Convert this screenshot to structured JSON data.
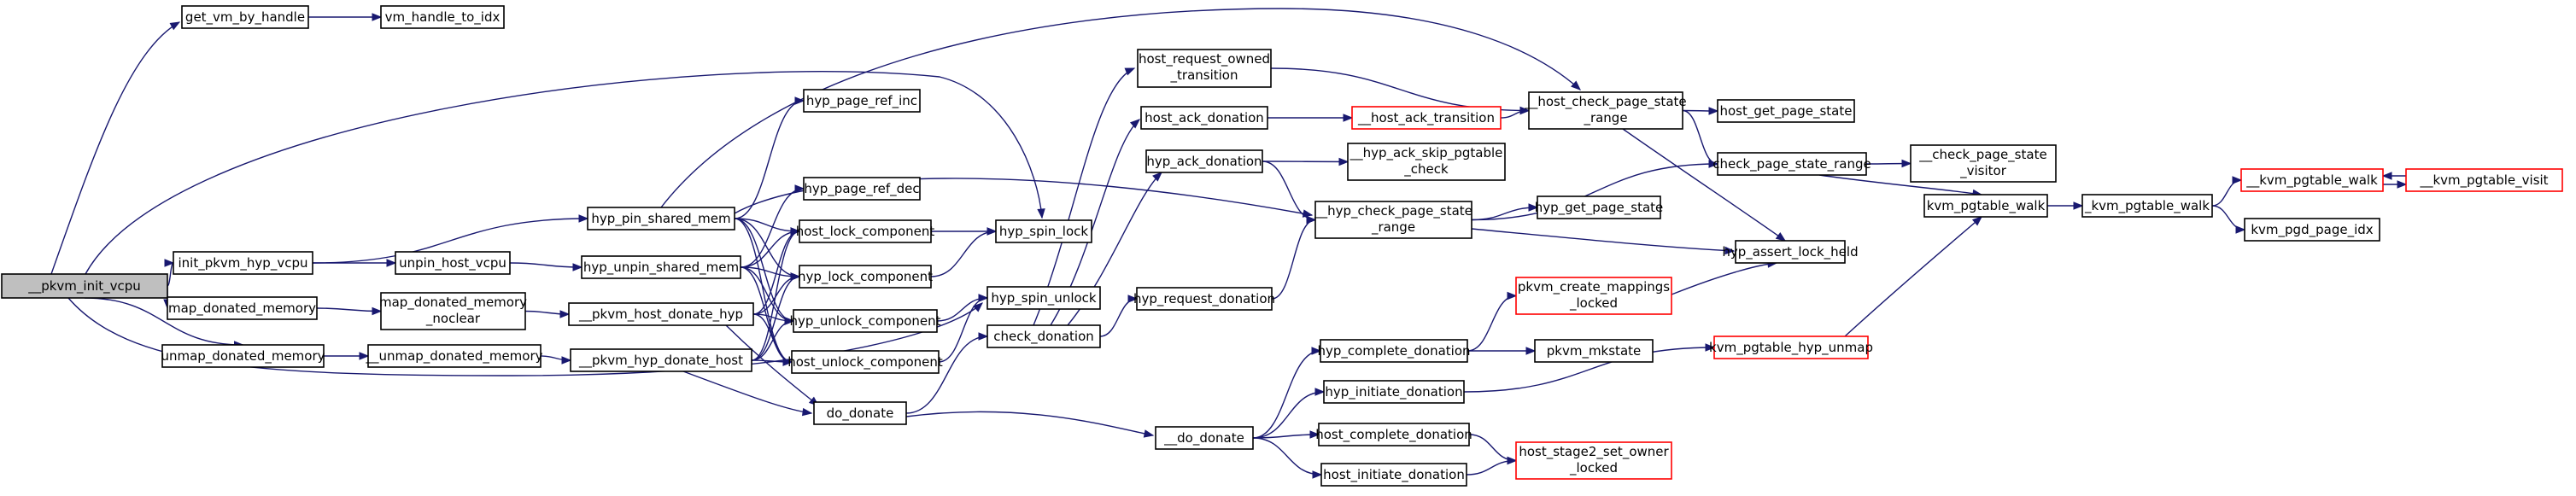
{
  "colors": {
    "node_border": "#000000",
    "node_border_truncated": "#ff0000",
    "root_fill": "#bfbfbf",
    "node_fill": "#ffffff",
    "edge": "#191970",
    "edge_head": "#191970"
  },
  "nodes": [
    {
      "id": "root",
      "lines": [
        "__pkvm_init_vcpu"
      ],
      "root": true
    },
    {
      "id": "get_vm",
      "lines": [
        "get_vm_by_handle"
      ]
    },
    {
      "id": "vm_idx",
      "lines": [
        "vm_handle_to_idx"
      ]
    },
    {
      "id": "init_hyp",
      "lines": [
        "init_pkvm_hyp_vcpu"
      ]
    },
    {
      "id": "map_don",
      "lines": [
        "map_donated_memory"
      ]
    },
    {
      "id": "unmap_don",
      "lines": [
        "unmap_donated_memory"
      ]
    },
    {
      "id": "unpin",
      "lines": [
        "unpin_host_vcpu"
      ]
    },
    {
      "id": "map_nc",
      "lines": [
        "map_donated_memory",
        "_noclear"
      ]
    },
    {
      "id": "__unmap",
      "lines": [
        "__unmap_donated_memory"
      ]
    },
    {
      "id": "pin",
      "lines": [
        "hyp_pin_shared_mem"
      ]
    },
    {
      "id": "unpinmem",
      "lines": [
        "hyp_unpin_shared_mem"
      ]
    },
    {
      "id": "hdh",
      "lines": [
        "__pkvm_host_donate_hyp"
      ]
    },
    {
      "id": "hdhost",
      "lines": [
        "__pkvm_hyp_donate_host"
      ]
    },
    {
      "id": "ref_inc",
      "lines": [
        "hyp_page_ref_inc"
      ]
    },
    {
      "id": "ref_dec",
      "lines": [
        "hyp_page_ref_dec"
      ]
    },
    {
      "id": "hlc",
      "lines": [
        "host_lock_component"
      ]
    },
    {
      "id": "ylc",
      "lines": [
        "hyp_lock_component"
      ]
    },
    {
      "id": "yuc",
      "lines": [
        "hyp_unlock_component"
      ]
    },
    {
      "id": "huc",
      "lines": [
        "host_unlock_component"
      ]
    },
    {
      "id": "do_donate",
      "lines": [
        "do_donate"
      ]
    },
    {
      "id": "spin_lock",
      "lines": [
        "hyp_spin_lock"
      ]
    },
    {
      "id": "spin_unlock",
      "lines": [
        "hyp_spin_unlock"
      ]
    },
    {
      "id": "check_don",
      "lines": [
        "check_donation"
      ]
    },
    {
      "id": "h_req_own",
      "lines": [
        "host_request_owned",
        "_transition"
      ]
    },
    {
      "id": "h_ack_don",
      "lines": [
        "host_ack_donation"
      ]
    },
    {
      "id": "y_ack_don",
      "lines": [
        "hyp_ack_donation"
      ]
    },
    {
      "id": "y_req_don",
      "lines": [
        "hyp_request_donation"
      ]
    },
    {
      "id": "__do_donate",
      "lines": [
        "__do_donate"
      ]
    },
    {
      "id": "h_ack_tr",
      "lines": [
        "__host_ack_transition"
      ],
      "truncated": true
    },
    {
      "id": "y_ack_skip",
      "lines": [
        "__hyp_ack_skip_pgtable",
        "_check"
      ]
    },
    {
      "id": "y_chk_range",
      "lines": [
        "__hyp_check_page_state",
        "_range"
      ]
    },
    {
      "id": "y_get_ps",
      "lines": [
        "hyp_get_page_state"
      ]
    },
    {
      "id": "h_chk_range",
      "lines": [
        "__host_check_page_state",
        "_range"
      ]
    },
    {
      "id": "h_get_ps",
      "lines": [
        "host_get_page_state"
      ]
    },
    {
      "id": "chk_range",
      "lines": [
        "check_page_state_range"
      ]
    },
    {
      "id": "chk_visitor",
      "lines": [
        "__check_page_state",
        "_visitor"
      ]
    },
    {
      "id": "assert_lock",
      "lines": [
        "hyp_assert_lock_held"
      ]
    },
    {
      "id": "y_comp_don",
      "lines": [
        "hyp_complete_donation"
      ]
    },
    {
      "id": "y_init_don",
      "lines": [
        "hyp_initiate_donation"
      ]
    },
    {
      "id": "h_comp_don",
      "lines": [
        "host_complete_donation"
      ]
    },
    {
      "id": "h_init_don",
      "lines": [
        "host_initiate_donation"
      ]
    },
    {
      "id": "create_map",
      "lines": [
        "pkvm_create_mappings",
        "_locked"
      ],
      "truncated": true
    },
    {
      "id": "mkstate",
      "lines": [
        "pkvm_mkstate"
      ]
    },
    {
      "id": "pgt_unmap",
      "lines": [
        "kvm_pgtable_hyp_unmap"
      ],
      "truncated": true
    },
    {
      "id": "set_owner",
      "lines": [
        "host_stage2_set_owner",
        "_locked"
      ],
      "truncated": true
    },
    {
      "id": "pgt_walk",
      "lines": [
        "kvm_pgtable_walk"
      ]
    },
    {
      "id": "_pgt_walk",
      "lines": [
        "_kvm_pgtable_walk"
      ]
    },
    {
      "id": "__pgt_walk",
      "lines": [
        "__kvm_pgtable_walk"
      ],
      "truncated": true
    },
    {
      "id": "pgt_visit",
      "lines": [
        "__kvm_pgtable_visit"
      ],
      "truncated": true
    },
    {
      "id": "pgd_idx",
      "lines": [
        "kvm_pgd_page_idx"
      ]
    }
  ],
  "edges": [
    [
      "root",
      "get_vm"
    ],
    [
      "get_vm",
      "vm_idx"
    ],
    [
      "root",
      "init_hyp"
    ],
    [
      "root",
      "map_don"
    ],
    [
      "root",
      "unmap_don"
    ],
    [
      "root",
      "spin_lock"
    ],
    [
      "root",
      "spin_unlock"
    ],
    [
      "init_hyp",
      "pin"
    ],
    [
      "init_hyp",
      "unpin"
    ],
    [
      "unpin",
      "unpinmem"
    ],
    [
      "map_don",
      "map_nc"
    ],
    [
      "map_nc",
      "hdh"
    ],
    [
      "unmap_don",
      "__unmap"
    ],
    [
      "__unmap",
      "hdhost"
    ],
    [
      "pin",
      "h_chk_range"
    ],
    [
      "pin",
      "ref_inc"
    ],
    [
      "pin",
      "y_chk_range"
    ],
    [
      "pin",
      "hlc"
    ],
    [
      "pin",
      "ylc"
    ],
    [
      "pin",
      "yuc"
    ],
    [
      "pin",
      "huc"
    ],
    [
      "unpinmem",
      "ref_dec"
    ],
    [
      "unpinmem",
      "hlc"
    ],
    [
      "unpinmem",
      "ylc"
    ],
    [
      "unpinmem",
      "yuc"
    ],
    [
      "unpinmem",
      "huc"
    ],
    [
      "hdh",
      "hlc"
    ],
    [
      "hdh",
      "ylc"
    ],
    [
      "hdh",
      "yuc"
    ],
    [
      "hdh",
      "huc"
    ],
    [
      "hdh",
      "do_donate"
    ],
    [
      "hdhost",
      "hlc"
    ],
    [
      "hdhost",
      "ylc"
    ],
    [
      "hdhost",
      "yuc"
    ],
    [
      "hdhost",
      "huc"
    ],
    [
      "hdhost",
      "do_donate"
    ],
    [
      "hlc",
      "spin_lock"
    ],
    [
      "ylc",
      "spin_lock"
    ],
    [
      "yuc",
      "spin_unlock"
    ],
    [
      "huc",
      "spin_unlock"
    ],
    [
      "do_donate",
      "check_don"
    ],
    [
      "do_donate",
      "__do_donate"
    ],
    [
      "check_don",
      "h_req_own"
    ],
    [
      "check_don",
      "h_ack_don"
    ],
    [
      "check_don",
      "y_ack_don"
    ],
    [
      "check_don",
      "y_req_don"
    ],
    [
      "h_req_own",
      "h_chk_range"
    ],
    [
      "h_ack_don",
      "h_ack_tr"
    ],
    [
      "h_ack_tr",
      "h_chk_range"
    ],
    [
      "y_ack_don",
      "y_ack_skip"
    ],
    [
      "y_ack_don",
      "y_chk_range"
    ],
    [
      "y_req_don",
      "y_chk_range"
    ],
    [
      "y_chk_range",
      "y_get_ps"
    ],
    [
      "y_chk_range",
      "chk_range"
    ],
    [
      "y_chk_range",
      "assert_lock"
    ],
    [
      "h_chk_range",
      "h_get_ps"
    ],
    [
      "h_chk_range",
      "chk_range"
    ],
    [
      "h_chk_range",
      "assert_lock"
    ],
    [
      "chk_range",
      "chk_visitor"
    ],
    [
      "chk_range",
      "pgt_walk"
    ],
    [
      "__do_donate",
      "y_comp_don"
    ],
    [
      "__do_donate",
      "y_init_don"
    ],
    [
      "__do_donate",
      "h_comp_don"
    ],
    [
      "__do_donate",
      "h_init_don"
    ],
    [
      "y_comp_don",
      "create_map"
    ],
    [
      "y_comp_don",
      "mkstate"
    ],
    [
      "create_map",
      "assert_lock"
    ],
    [
      "y_init_don",
      "pgt_unmap"
    ],
    [
      "pgt_unmap",
      "pgt_walk"
    ],
    [
      "h_comp_don",
      "set_owner"
    ],
    [
      "h_init_don",
      "set_owner"
    ],
    [
      "pgt_walk",
      "_pgt_walk"
    ],
    [
      "_pgt_walk",
      "__pgt_walk"
    ],
    [
      "_pgt_walk",
      "pgd_idx"
    ],
    [
      "__pgt_walk",
      "pgt_visit"
    ],
    [
      "pgt_visit",
      "__pgt_walk"
    ]
  ]
}
